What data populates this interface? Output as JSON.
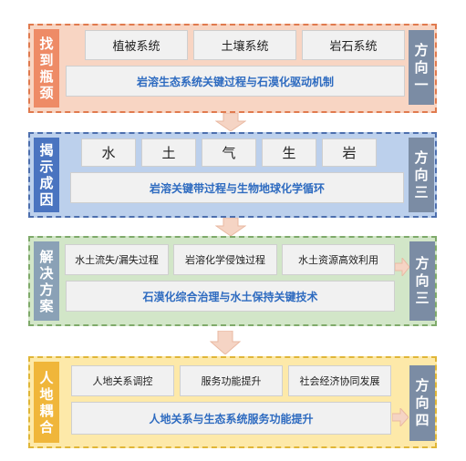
{
  "colors": {
    "band1_fill": "#f8d5c3",
    "band1_border": "#e07a4e",
    "band1_side": "#ee8b66",
    "band2_fill": "#bcd0ec",
    "band2_border": "#4d6fae",
    "band2_side": "#4a74c0",
    "band3_fill": "#d2e6c8",
    "band3_border": "#7faa6a",
    "band3_side": "#8aa1b6",
    "band4_fill": "#fde9a9",
    "band4_border": "#e0b637",
    "band4_side": "#f0b63a",
    "dir_fill": "#7b8ca4",
    "wide_text_blue": "#2e6bc0",
    "arrow_fill": "#f5d4c4"
  },
  "bands": [
    {
      "side_label": "找到瓶颈",
      "direction": "方向一",
      "items": [
        "植被系统",
        "土壤系统",
        "岩石系统"
      ],
      "summary": "岩溶生态系统关键过程与石漠化驱动机制"
    },
    {
      "side_label": "揭示成因",
      "direction": "方向三",
      "items": [
        "水",
        "土",
        "气",
        "生",
        "岩"
      ],
      "summary": "岩溶关键带过程与生物地球化学循环"
    },
    {
      "side_label": "解决方案",
      "direction": "方向三",
      "items": [
        "水土流失/漏失过程",
        "岩溶化学侵蚀过程",
        "水土资源高效利用"
      ],
      "summary": "石漠化综合治理与水土保持关键技术"
    },
    {
      "side_label": "人地耦合",
      "direction": "方向四",
      "items": [
        "人地关系调控",
        "服务功能提升",
        "社会经济协同发展"
      ],
      "summary": "人地关系与生态系统服务功能提升"
    }
  ]
}
